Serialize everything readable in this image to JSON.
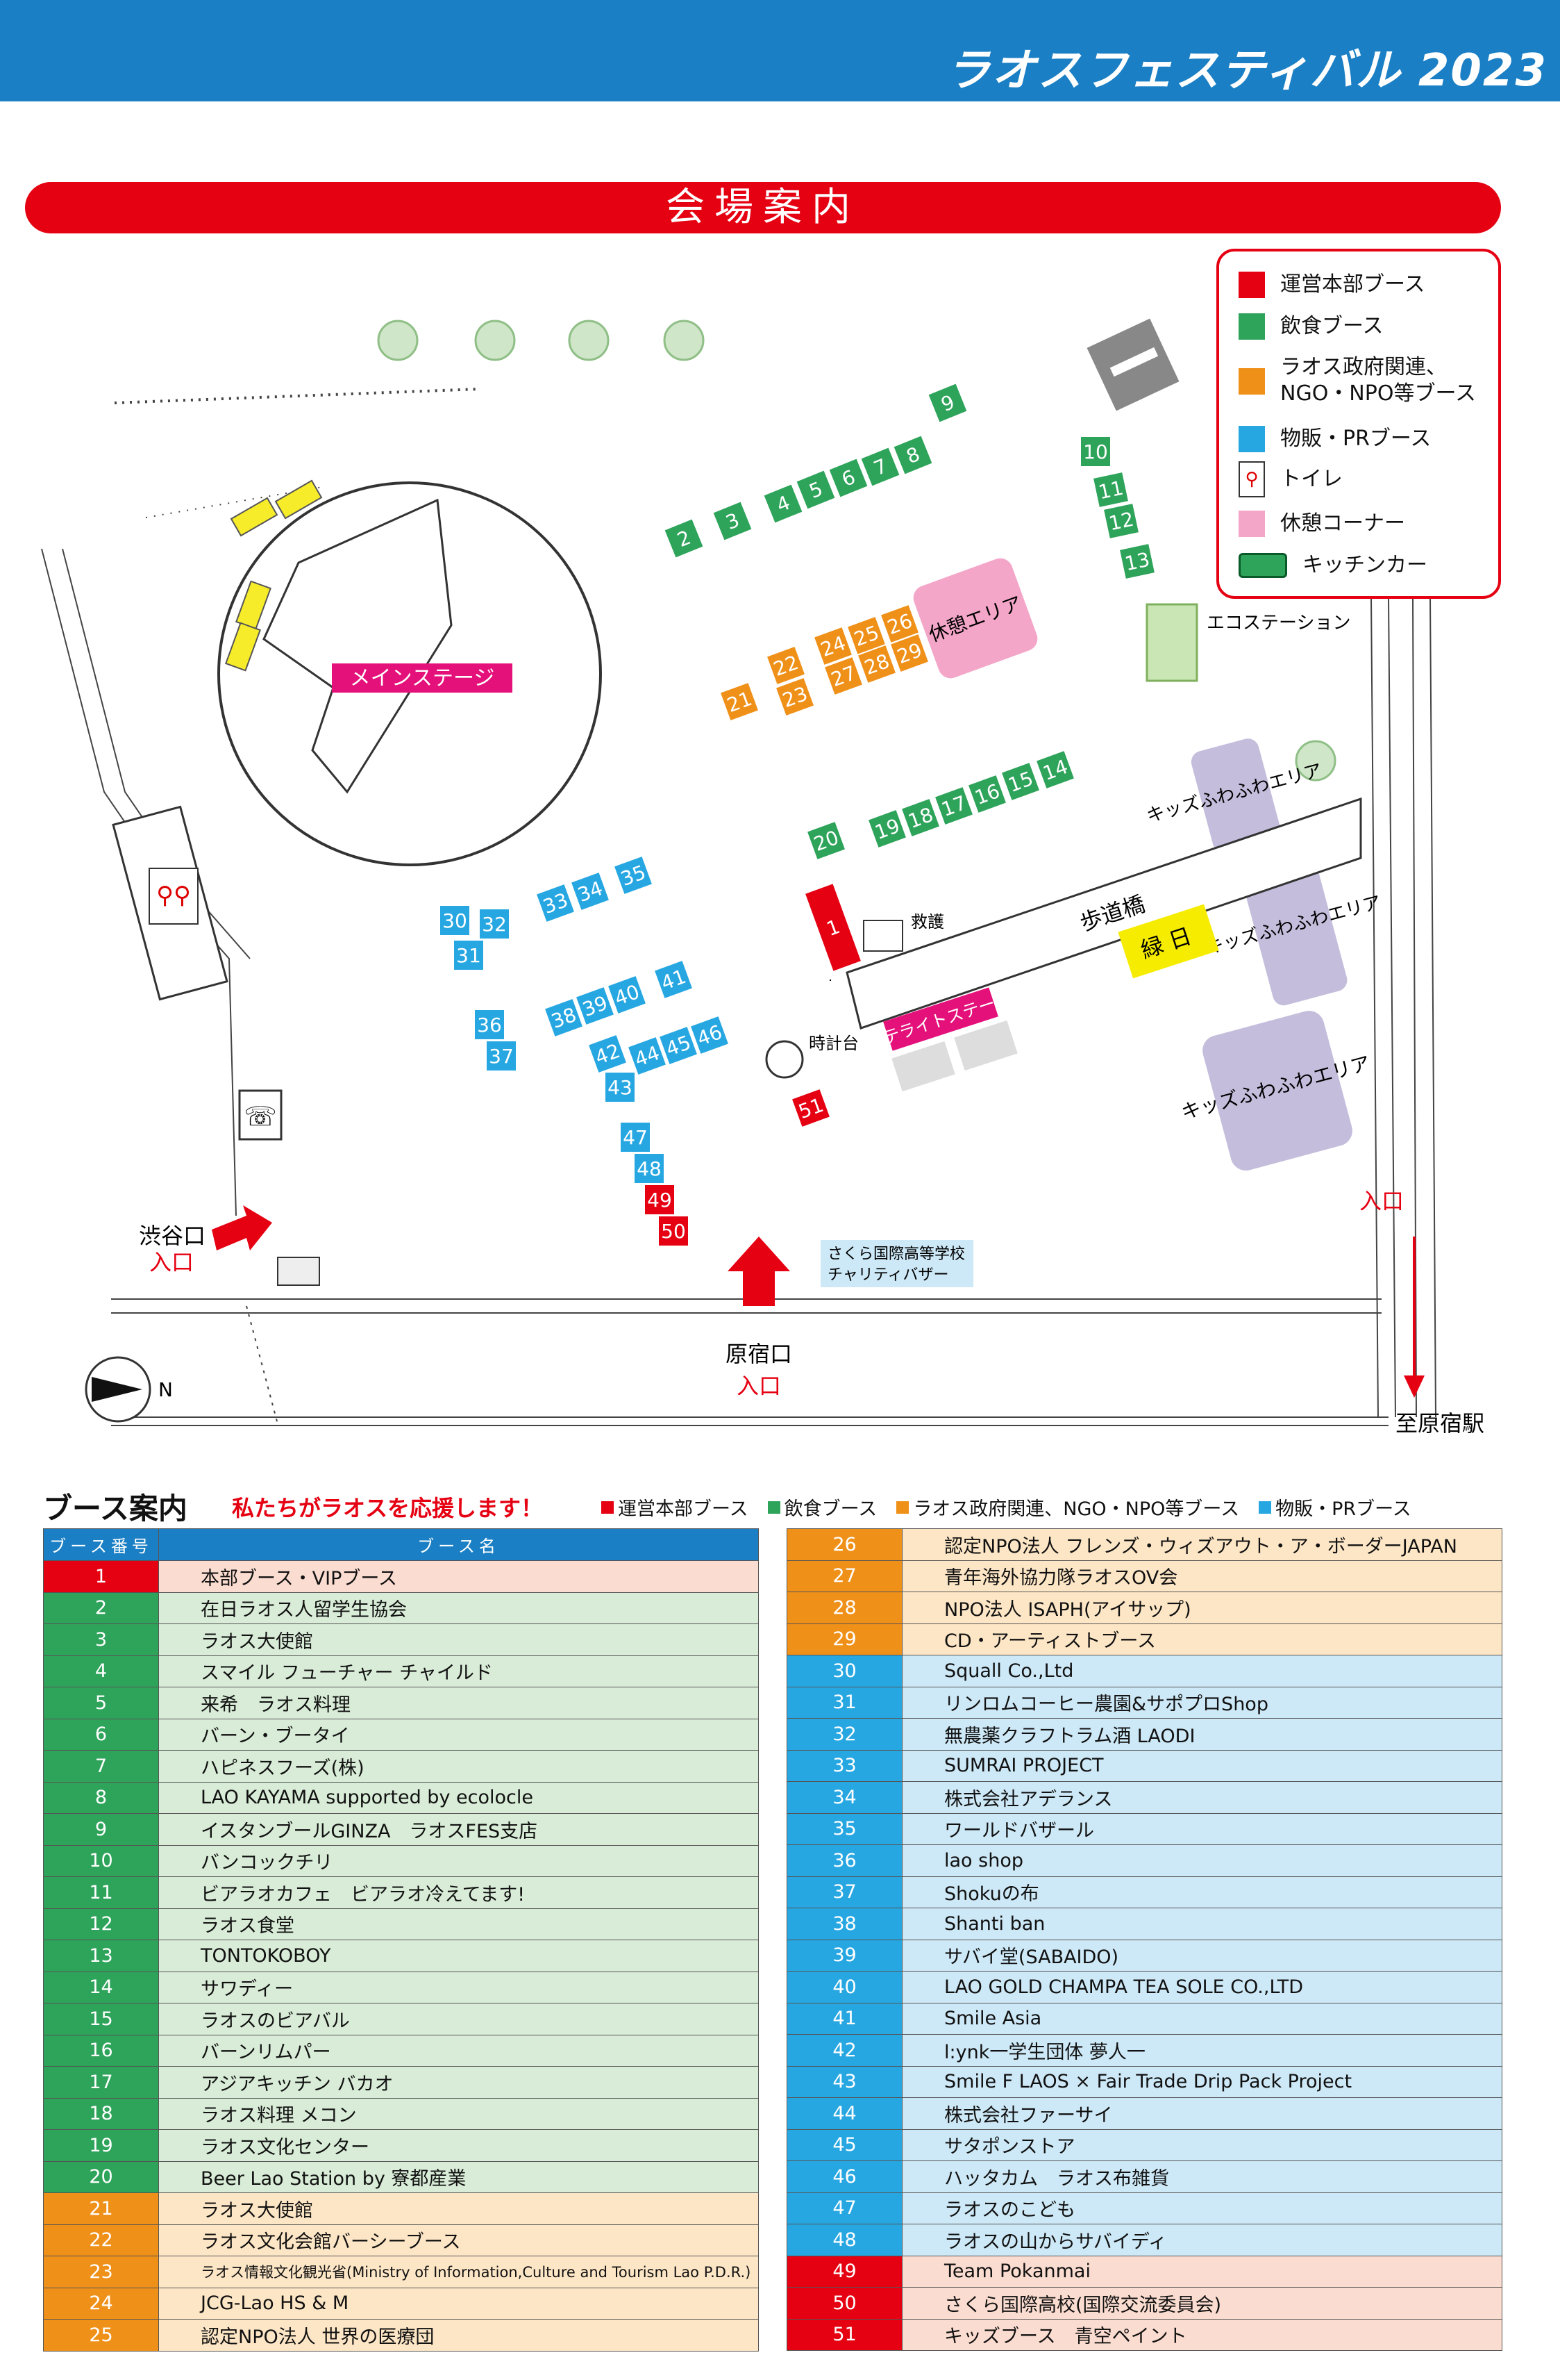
{
  "header": {
    "title": "ラオスフェスティバル 2023"
  },
  "banner": {
    "title": "会場案内"
  },
  "legend": {
    "items": [
      {
        "label": "運営本部ブース",
        "color": "#e50012"
      },
      {
        "label": "飲食ブース",
        "color": "#2ea35a"
      },
      {
        "label": "ラオス政府関連、NGO・NPO等ブース",
        "color": "#ef9019"
      },
      {
        "label": "物販・PRブース",
        "color": "#27a7e2"
      },
      {
        "label": "トイレ"
      },
      {
        "label": "休憩コーナー",
        "color": "#f4a6c8"
      },
      {
        "label": "キッチンカー"
      }
    ]
  },
  "map": {
    "main_stage": "メインステージ",
    "rest_area": "休憩エリア",
    "eco_station": "エコステーション",
    "kids_area": "キッズふわふわエリア",
    "bridge": "歩道橋",
    "green_day": "緑 日",
    "satellite_stage": "サテライトステージ",
    "clock": "時計台",
    "ambulance": "救護",
    "shibuya_gate": "渋谷口",
    "harajuku_gate": "原宿口",
    "entrance": "入口",
    "to_station": "至原宿駅",
    "school_bazaar_1": "さくら国際高等学校",
    "school_bazaar_2": "チャリティバザー",
    "north": "N"
  },
  "booth_section": {
    "title": "ブース案内",
    "support": "私たちがラオスを応援します！",
    "keys": [
      "運営本部ブース",
      "飲食ブース",
      "ラオス政府関連、NGO・NPO等ブース",
      "物販・PRブース"
    ],
    "col_number": "ブース番号",
    "col_name": "ブース名"
  },
  "booths": [
    {
      "no": "1",
      "name": "本部ブース・VIPブース",
      "cat": "red"
    },
    {
      "no": "2",
      "name": "在日ラオス人留学生協会",
      "cat": "grn"
    },
    {
      "no": "3",
      "name": "ラオス大使館",
      "cat": "grn"
    },
    {
      "no": "4",
      "name": "スマイル フューチャー チャイルド",
      "cat": "grn"
    },
    {
      "no": "5",
      "name": "来希　ラオス料理",
      "cat": "grn"
    },
    {
      "no": "6",
      "name": "バーン・ブータイ",
      "cat": "grn"
    },
    {
      "no": "7",
      "name": "ハピネスフーズ(株)",
      "cat": "grn"
    },
    {
      "no": "8",
      "name": "LAO KAYAMA supported by ecolocle",
      "cat": "grn"
    },
    {
      "no": "9",
      "name": "イスタンブールGINZA　ラオスFES支店",
      "cat": "grn"
    },
    {
      "no": "10",
      "name": "バンコックチリ",
      "cat": "grn"
    },
    {
      "no": "11",
      "name": "ビアラオカフェ　ビアラオ冷えてます!",
      "cat": "grn"
    },
    {
      "no": "12",
      "name": "ラオス食堂",
      "cat": "grn"
    },
    {
      "no": "13",
      "name": "TONTOKOBOY",
      "cat": "grn"
    },
    {
      "no": "14",
      "name": "サワディー",
      "cat": "grn"
    },
    {
      "no": "15",
      "name": "ラオスのビアバル",
      "cat": "grn"
    },
    {
      "no": "16",
      "name": "バーンリムパー",
      "cat": "grn"
    },
    {
      "no": "17",
      "name": "アジアキッチン バカオ",
      "cat": "grn"
    },
    {
      "no": "18",
      "name": "ラオス料理 メコン",
      "cat": "grn"
    },
    {
      "no": "19",
      "name": "ラオス文化センター",
      "cat": "grn"
    },
    {
      "no": "20",
      "name": "Beer Lao Station by 寮都産業",
      "cat": "grn"
    },
    {
      "no": "21",
      "name": "ラオス大使館",
      "cat": "org"
    },
    {
      "no": "22",
      "name": "ラオス文化会館バーシーブース",
      "cat": "org"
    },
    {
      "no": "23",
      "name": "ラオス情報文化観光省(Ministry of Information,Culture and Tourism Lao P.D.R.)",
      "cat": "org"
    },
    {
      "no": "24",
      "name": "JCG-Lao HS & M",
      "cat": "org"
    },
    {
      "no": "25",
      "name": "認定NPO法人 世界の医療団",
      "cat": "org"
    },
    {
      "no": "26",
      "name": "認定NPO法人 フレンズ・ウィズアウト・ア・ボーダーJAPAN",
      "cat": "org"
    },
    {
      "no": "27",
      "name": "青年海外協力隊ラオスOV会",
      "cat": "org"
    },
    {
      "no": "28",
      "name": "NPO法人 ISAPH(アイサップ)",
      "cat": "org"
    },
    {
      "no": "29",
      "name": "CD・アーティストブース",
      "cat": "org"
    },
    {
      "no": "30",
      "name": "Squall Co.,Ltd",
      "cat": "blu"
    },
    {
      "no": "31",
      "name": "リンロムコーヒー農園&サポプロShop",
      "cat": "blu"
    },
    {
      "no": "32",
      "name": "無農薬クラフトラム酒 LAODI",
      "cat": "blu"
    },
    {
      "no": "33",
      "name": "SUMRAI PROJECT",
      "cat": "blu"
    },
    {
      "no": "34",
      "name": "株式会社アデランス",
      "cat": "blu"
    },
    {
      "no": "35",
      "name": "ワールドバザール",
      "cat": "blu"
    },
    {
      "no": "36",
      "name": "lao shop",
      "cat": "blu"
    },
    {
      "no": "37",
      "name": "Shokuの布",
      "cat": "blu"
    },
    {
      "no": "38",
      "name": "Shanti ban",
      "cat": "blu"
    },
    {
      "no": "39",
      "name": "サバイ堂(SABAIDO)",
      "cat": "blu"
    },
    {
      "no": "40",
      "name": "LAO GOLD CHAMPA TEA SOLE CO.,LTD",
      "cat": "blu"
    },
    {
      "no": "41",
      "name": "Smile Asia",
      "cat": "blu"
    },
    {
      "no": "42",
      "name": "l:ynk一学生団体 夢人一",
      "cat": "blu"
    },
    {
      "no": "43",
      "name": "Smile F LAOS × Fair Trade Drip Pack Project",
      "cat": "blu"
    },
    {
      "no": "44",
      "name": "株式会社ファーサイ",
      "cat": "blu"
    },
    {
      "no": "45",
      "name": "サタポンストア",
      "cat": "blu"
    },
    {
      "no": "46",
      "name": "ハッタカム　ラオス布雑貨",
      "cat": "blu"
    },
    {
      "no": "47",
      "name": "ラオスのこども",
      "cat": "blu"
    },
    {
      "no": "48",
      "name": "ラオスの山からサバイディ",
      "cat": "blu"
    },
    {
      "no": "49",
      "name": "Team Pokanmai",
      "cat": "red"
    },
    {
      "no": "50",
      "name": "さくら国際高校(国際交流委員会)",
      "cat": "red"
    },
    {
      "no": "51",
      "name": "キッズブース　青空ペイント",
      "cat": "red"
    }
  ]
}
